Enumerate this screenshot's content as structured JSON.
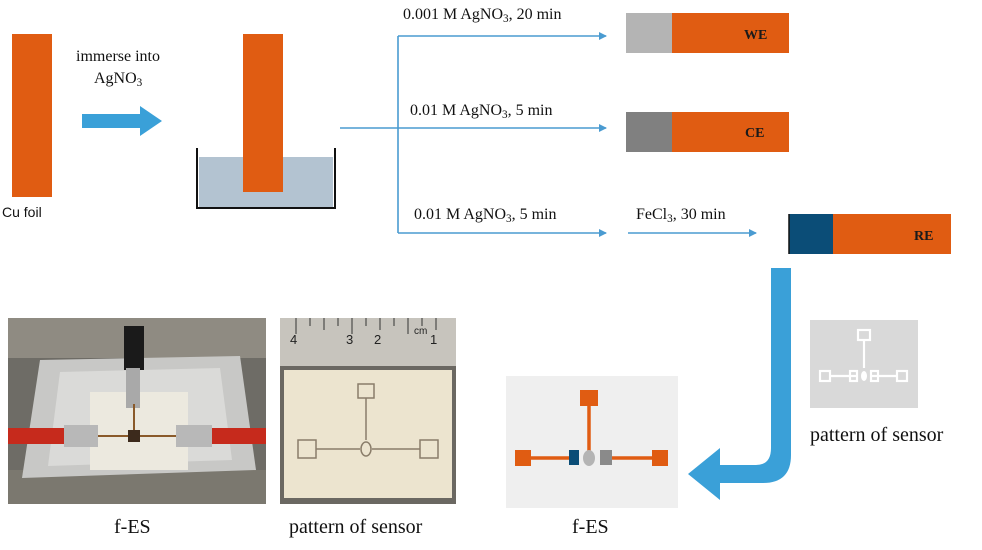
{
  "colors": {
    "copper": "#e05c12",
    "arrow_blue": "#3aa0d8",
    "line_blue": "#4a9bd1",
    "solution": "#b3c3d1",
    "ag_light": "#b4b4b4",
    "ag_dark": "#808080",
    "agcl": "#0b4d77"
  },
  "start": {
    "foil_label": "Cu foil",
    "immerse_line1": "immerse into",
    "immerse_line2_main": "AgNO",
    "immerse_line2_sub": "3"
  },
  "branches": [
    {
      "cond_main": "0.001 M AgNO",
      "cond_sub": "3",
      "cond_tail": ", 20 min",
      "electrode": "WE"
    },
    {
      "cond_main": "0.01 M AgNO",
      "cond_sub": "3",
      "cond_tail": ", 5 min",
      "electrode": "CE"
    },
    {
      "cond_main": "0.01 M AgNO",
      "cond_sub": "3",
      "cond_tail": ", 5 min",
      "electrode": "RE"
    }
  ],
  "fecl3": {
    "main": "FeCl",
    "sub": "3",
    "tail": ", 30 min"
  },
  "bottom": {
    "pattern_right_label": "pattern of sensor",
    "photo1_label": "f-ES",
    "photo2_label": "pattern of sensor",
    "diagram_label": "f-ES",
    "ruler_ticks": [
      "4",
      "3",
      "2",
      "1"
    ],
    "ruler_unit": "cm"
  }
}
